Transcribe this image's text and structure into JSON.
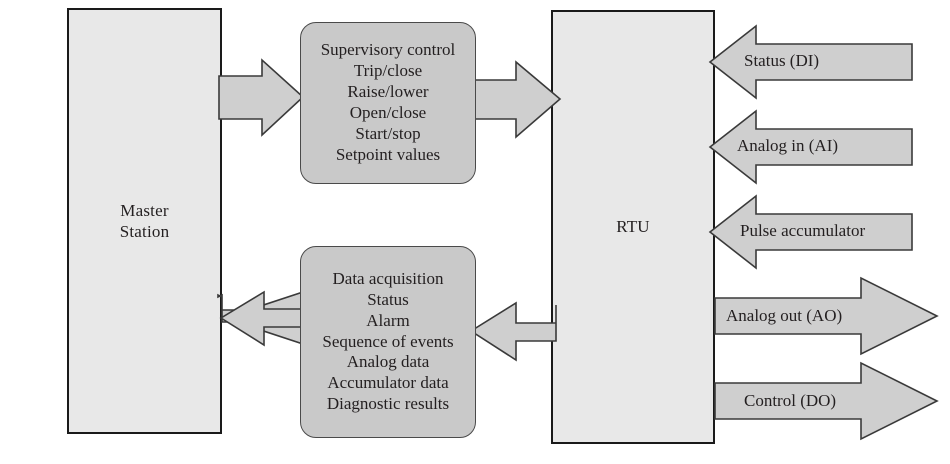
{
  "diagram": {
    "title": "SCADA Master Station and RTU data flow diagram",
    "colors": {
      "block_fill": "#e8e8e8",
      "block_stroke": "#1a1a1a",
      "round_box_fill": "#c9c9c9",
      "round_box_stroke": "#4a4a4a",
      "arrow_fill": "#cfcfcf",
      "arrow_stroke": "#3a3a3a",
      "text": "#231f20",
      "background": "#ffffff"
    },
    "blocks": {
      "master_station": {
        "line1": "Master",
        "line2": "Station"
      },
      "rtu": {
        "label": "RTU"
      }
    },
    "supervisory_box": {
      "heading": "Supervisory control",
      "items": [
        "Trip/close",
        "Raise/lower",
        "Open/close",
        "Start/stop",
        "Setpoint values"
      ]
    },
    "data_acquisition_box": {
      "heading": "Data acquisition",
      "items": [
        "Status",
        "Alarm",
        "Sequence of events",
        "Analog data",
        "Accumulator data",
        "Diagnostic results"
      ]
    },
    "flow_arrows": [
      {
        "name": "master-to-supervisory",
        "direction": "right"
      },
      {
        "name": "supervisory-to-rtu",
        "direction": "right"
      },
      {
        "name": "data-acq-to-master",
        "direction": "left"
      },
      {
        "name": "rtu-to-data-acq",
        "direction": "left"
      }
    ],
    "io_arrows": [
      {
        "label": "Status (DI)",
        "direction": "left"
      },
      {
        "label": "Analog in (AI)",
        "direction": "left"
      },
      {
        "label": "Pulse accumulator",
        "direction": "left"
      },
      {
        "label": "Analog out (AO)",
        "direction": "right"
      },
      {
        "label": "Control (DO)",
        "direction": "right"
      }
    ]
  }
}
